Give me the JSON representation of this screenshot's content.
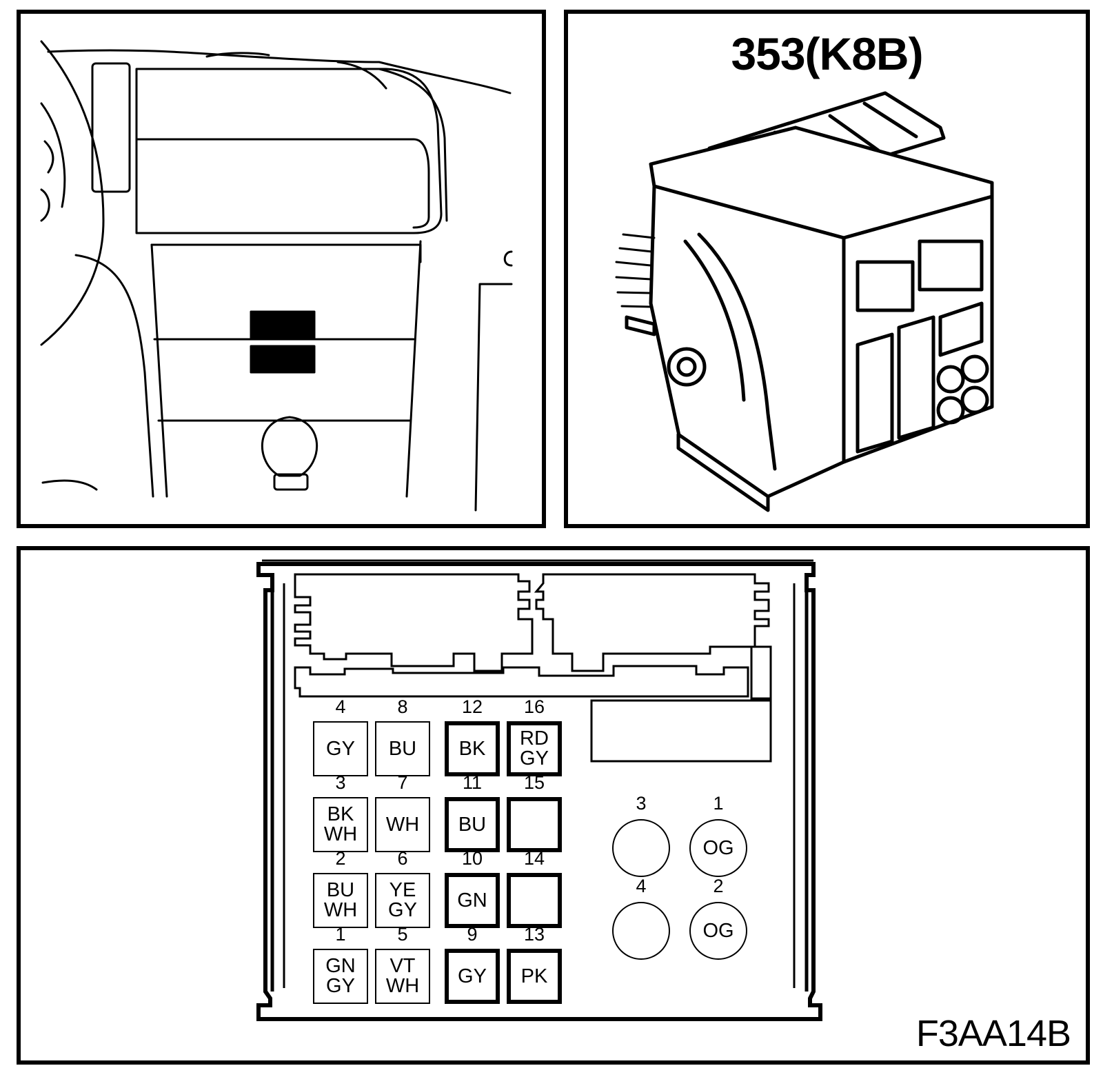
{
  "connector_view": {
    "title": "353(K8B)"
  },
  "figure_id": "F3AA14B",
  "square_pins": [
    {
      "num": "4",
      "label": "GY",
      "border": "thin"
    },
    {
      "num": "8",
      "label": "BU",
      "border": "thin"
    },
    {
      "num": "12",
      "label": "BK",
      "border": "thick"
    },
    {
      "num": "16",
      "label": "RD\nGY",
      "border": "thick"
    },
    {
      "num": "3",
      "label": "BK\nWH",
      "border": "thin"
    },
    {
      "num": "7",
      "label": "WH",
      "border": "thin"
    },
    {
      "num": "11",
      "label": "BU",
      "border": "thick"
    },
    {
      "num": "15",
      "label": "",
      "border": "thick"
    },
    {
      "num": "2",
      "label": "BU\nWH",
      "border": "thin"
    },
    {
      "num": "6",
      "label": "YE\nGY",
      "border": "thin"
    },
    {
      "num": "10",
      "label": "GN",
      "border": "thick"
    },
    {
      "num": "14",
      "label": "",
      "border": "thick"
    },
    {
      "num": "1",
      "label": "GN\nGY",
      "border": "thin"
    },
    {
      "num": "5",
      "label": "VT\nWH",
      "border": "thin"
    },
    {
      "num": "9",
      "label": "GY",
      "border": "thick"
    },
    {
      "num": "13",
      "label": "PK",
      "border": "thick"
    }
  ],
  "round_pins": [
    {
      "num": "3",
      "label": ""
    },
    {
      "num": "1",
      "label": "OG"
    },
    {
      "num": "4",
      "label": ""
    },
    {
      "num": "2",
      "label": "OG"
    }
  ]
}
